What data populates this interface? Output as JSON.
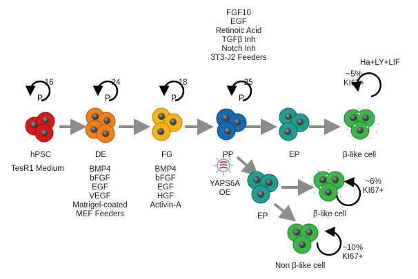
{
  "colors": {
    "hpsc": "#d7191c",
    "de": "#f07f1a",
    "fg": "#f5b316",
    "pp": "#1669b4",
    "ep": "#1f9d8f",
    "beta": "#3bb54a",
    "nucleus": "#4a4a4a",
    "arrow": "#8c8c8c",
    "loop": "#000000"
  },
  "stages": {
    "hpsc": {
      "label": "hPSC",
      "count": "~16",
      "loop_label": "P",
      "medium": "TesR1 Medium"
    },
    "de": {
      "label": "DE",
      "count": "~24",
      "loop_label": "P",
      "factors": [
        "BMP4",
        "bFGF",
        "EGF",
        "VEGF",
        "Matrigel-coated",
        "MEF Feeders"
      ]
    },
    "fg": {
      "label": "FG",
      "count": "~18",
      "loop_label": "P",
      "factors": [
        "BMP4",
        "bFGF",
        "EGF",
        "HGF",
        "Activin-A"
      ]
    },
    "pp": {
      "label": "PP",
      "count": "~25",
      "loop_label": "P",
      "factors": [
        "FGF10",
        "EGF",
        "Retinoic Acid",
        "TGFβ Inh",
        "Notch Inh",
        "3T3-J2 Feeders"
      ]
    },
    "ep_top": {
      "label": "EP"
    },
    "beta_top": {
      "label": "β-like cell",
      "stat": "~5%",
      "stat2": "KI67+",
      "treatment": "Ha+LY+LIF"
    },
    "yap": {
      "line1": "YAPS6A",
      "line2": "OE",
      "icon": "virus-icon"
    },
    "ep_bottom": {
      "label": "EP"
    },
    "beta_bottom": {
      "label": "β-like cell",
      "stat": "~6%",
      "stat2": "KI67+"
    },
    "non_beta": {
      "label": "Non β-like cell",
      "stat": "~10%",
      "stat2": "KI67+"
    }
  }
}
